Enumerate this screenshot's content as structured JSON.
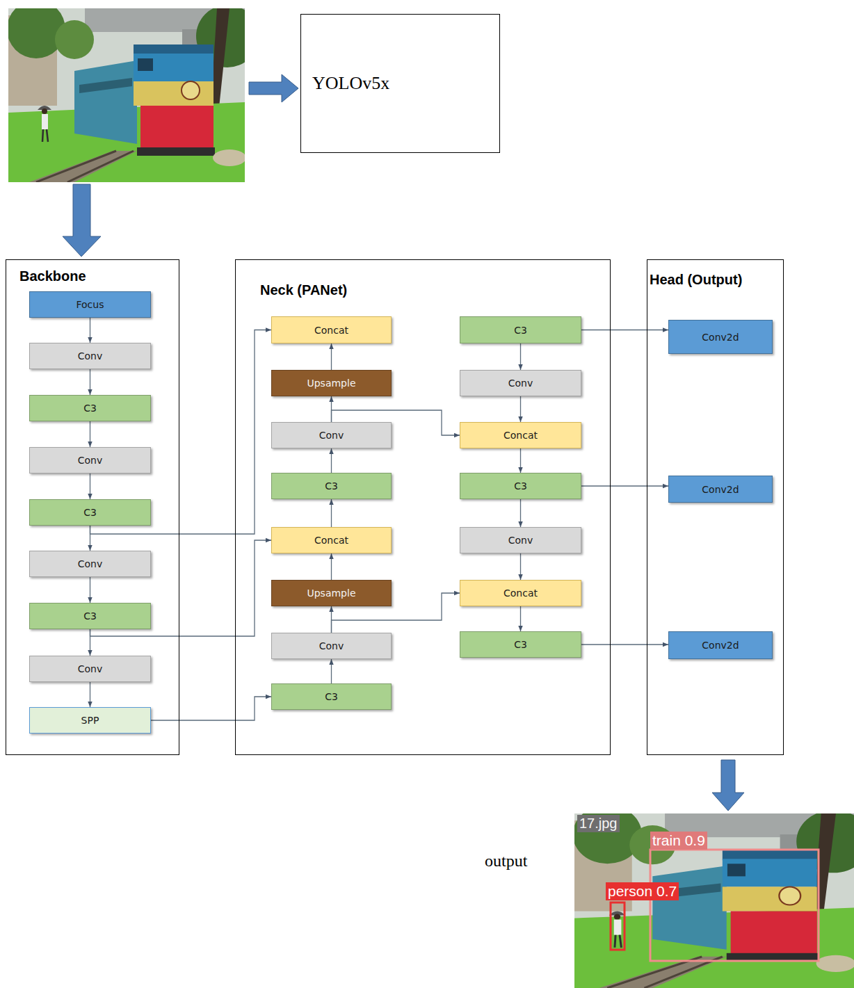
{
  "diagram": {
    "nodes": [
      {
        "text": [
          "YOLOv5x"
        ]
      },
      {
        "text": [
          "Backbone"
        ]
      },
      {
        "text": [
          "Focus"
        ],
        "in": 1
      },
      {
        "text": [
          "Conv"
        ],
        "in": 1
      },
      {
        "text": [
          "C3"
        ],
        "in": 1
      },
      {
        "text": [
          "Conv"
        ],
        "in": 1
      },
      {
        "text": [
          "C3"
        ],
        "in": 1
      },
      {
        "text": [
          "Conv"
        ],
        "in": 1
      },
      {
        "text": [
          "C3"
        ],
        "in": 1
      },
      {
        "text": [
          "Conv"
        ],
        "in": 1
      },
      {
        "text": [
          "SPP"
        ],
        "in": 1
      },
      {
        "text": [
          "Neck (PANet)"
        ]
      },
      {
        "text": [
          "Concat"
        ],
        "in": 11
      },
      {
        "text": [
          "Upsample"
        ],
        "in": 11
      },
      {
        "text": [
          "Conv"
        ],
        "in": 11
      },
      {
        "text": [
          "C3"
        ],
        "in": 11
      },
      {
        "text": [
          "Concat"
        ],
        "in": 11
      },
      {
        "text": [
          "Upsample"
        ],
        "in": 11
      },
      {
        "text": [
          "Conv"
        ],
        "in": 11
      },
      {
        "text": [
          "C3"
        ],
        "in": 11
      },
      {
        "text": [
          "C3"
        ],
        "in": 11
      },
      {
        "text": [
          "Conv"
        ],
        "in": 11
      },
      {
        "text": [
          "Concat"
        ],
        "in": 11
      },
      {
        "text": [
          "C3"
        ],
        "in": 11
      },
      {
        "text": [
          "Conv"
        ],
        "in": 11
      },
      {
        "text": [
          "Concat"
        ],
        "in": 11
      },
      {
        "text": [
          "C3"
        ],
        "in": 11
      },
      {
        "text": [
          "Head (Output)"
        ]
      },
      {
        "text": [
          "Conv2d"
        ],
        "in": 27
      },
      {
        "text": [
          "Conv2d"
        ],
        "in": 27
      },
      {
        "text": [
          "Conv2d"
        ],
        "in": 27
      }
    ],
    "edges": [
      {
        "from": 2,
        "to": 3,
        "arrow": "to"
      },
      {
        "from": 3,
        "to": 4,
        "arrow": "to"
      },
      {
        "from": 4,
        "to": 5,
        "arrow": "to"
      },
      {
        "from": 5,
        "to": 6,
        "arrow": "to"
      },
      {
        "from": 6,
        "to": 7,
        "arrow": "to"
      },
      {
        "from": 7,
        "to": 8,
        "arrow": "to"
      },
      {
        "from": 8,
        "to": 9,
        "arrow": "to"
      },
      {
        "from": 9,
        "to": 10,
        "arrow": "to"
      },
      {
        "from": 6,
        "to": 12,
        "arrow": "to"
      },
      {
        "from": 8,
        "to": 16,
        "arrow": "to"
      },
      {
        "from": 10,
        "to": 19,
        "arrow": "to"
      },
      {
        "from": 19,
        "to": 18,
        "arrow": "to"
      },
      {
        "from": 18,
        "to": 17,
        "arrow": "to"
      },
      {
        "from": 17,
        "to": 16,
        "arrow": "to"
      },
      {
        "from": 16,
        "to": 15,
        "arrow": "to"
      },
      {
        "from": 15,
        "to": 14,
        "arrow": "to"
      },
      {
        "from": 14,
        "to": 13,
        "arrow": "to"
      },
      {
        "from": 13,
        "to": 12,
        "arrow": "to"
      },
      {
        "from": 14,
        "to": 22,
        "arrow": "to"
      },
      {
        "from": 18,
        "to": 25,
        "arrow": "to"
      },
      {
        "from": 20,
        "to": 21,
        "arrow": "to"
      },
      {
        "from": 21,
        "to": 22,
        "arrow": "to"
      },
      {
        "from": 22,
        "to": 23,
        "arrow": "to"
      },
      {
        "from": 23,
        "to": 24,
        "arrow": "to"
      },
      {
        "from": 24,
        "to": 25,
        "arrow": "to"
      },
      {
        "from": 25,
        "to": 26,
        "arrow": "to"
      },
      {
        "from": 20,
        "to": 28,
        "arrow": "to"
      },
      {
        "from": 23,
        "to": 29,
        "arrow": "to"
      },
      {
        "from": 26,
        "to": 30,
        "arrow": "to"
      }
    ],
    "labels": [
      "output",
      "train 0.9",
      "person 0.7",
      "17.jpg"
    ]
  }
}
